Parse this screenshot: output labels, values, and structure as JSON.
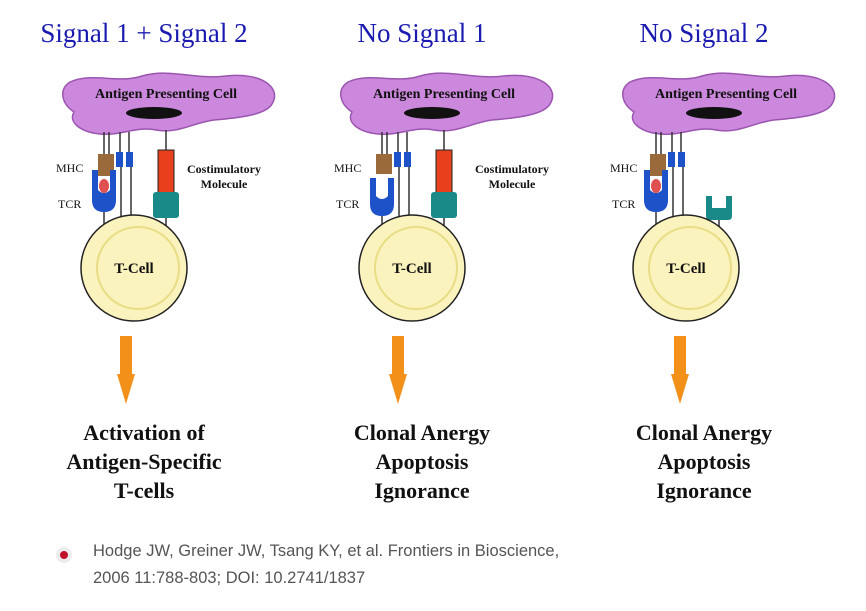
{
  "panels": [
    {
      "title": "Signal 1 + Signal 2",
      "apc_label": "Antigen Presenting Cell",
      "mhc_label": "MHC",
      "tcr_label": "TCR",
      "costim_label": [
        "Costimulatory",
        "Molecule"
      ],
      "cell_label": "T-Cell",
      "outcome": [
        "Activation of",
        "Antigen-Specific",
        "T-cells"
      ]
    },
    {
      "title": "No Signal 1",
      "apc_label": "Antigen Presenting Cell",
      "mhc_label": "MHC",
      "tcr_label": "TCR",
      "costim_label": [
        "Costimulatory",
        "Molecule"
      ],
      "cell_label": "T-Cell",
      "outcome": [
        "Clonal Anergy",
        "Apoptosis",
        "Ignorance"
      ]
    },
    {
      "title": "No Signal 2",
      "apc_label": "Antigen Presenting Cell",
      "mhc_label": "MHC",
      "tcr_label": "TCR",
      "costim_label": [
        "",
        ""
      ],
      "cell_label": "T-Cell",
      "outcome": [
        "Clonal Anergy",
        "Apoptosis",
        "Ignorance"
      ]
    }
  ],
  "citation": {
    "line1": "Hodge JW, Greiner JW, Tsang KY, et al. Frontiers in Bioscience,",
    "line2": "2006 11:788-803; DOI: 10.2741/1837"
  },
  "colors": {
    "title": "#1a1ab0",
    "apc_fill": "#cc88dd",
    "apc_stroke": "#9a55b0",
    "tcr": "#1e52c8",
    "mhc": "#9a6a3a",
    "antigen": "#e05050",
    "costim": "#e8401c",
    "receptor": "#1a8a88",
    "cell_fill": "#fbf3bd",
    "cell_ring": "#e8dc86",
    "arrow": "#f2901a",
    "cite_dot": "#c0132b"
  }
}
